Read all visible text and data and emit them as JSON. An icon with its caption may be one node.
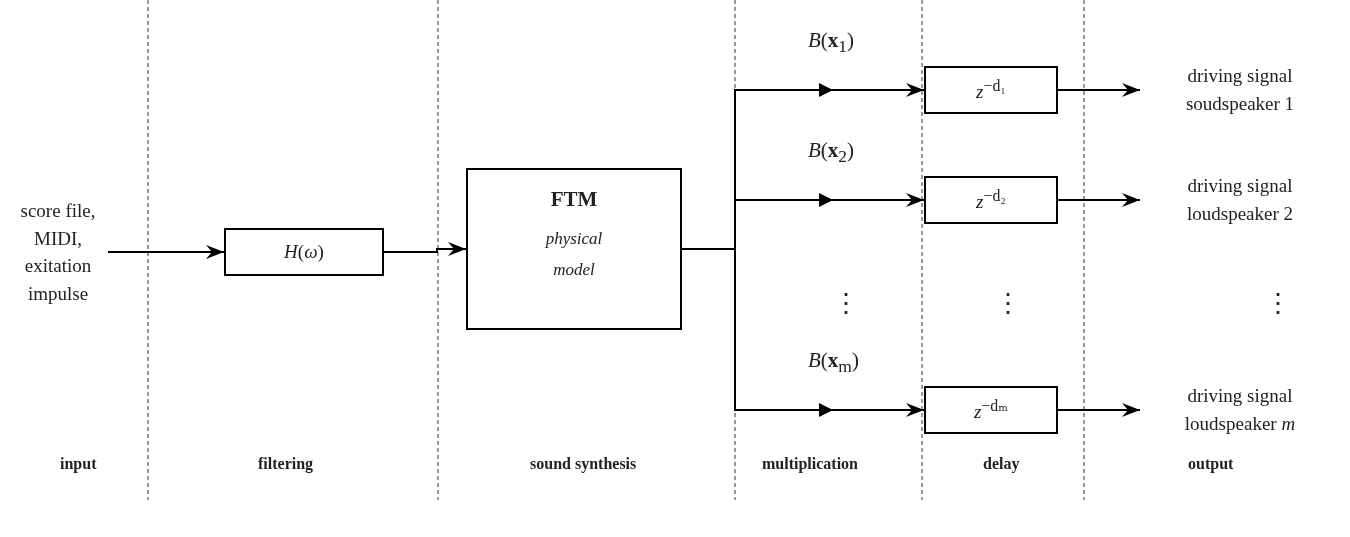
{
  "diagram": {
    "nodes": [
      {
        "text": [
          "score file, MIDI, exitation impulse"
        ]
      },
      {
        "text": [
          "*H*(*ω*)"
        ]
      },
      {
        "text": [
          "FTM",
          "physical model"
        ]
      },
      {
        "text": [
          "*z*$^{−d₁}$"
        ]
      },
      {
        "text": [
          "*z*$^{−d₂}$"
        ]
      },
      {
        "text": [
          "*z*$^{−dₘ}$"
        ]
      },
      {
        "text": [
          "driving signal soudspeaker 1"
        ]
      },
      {
        "text": [
          "driving signal loudspeaker 2"
        ]
      },
      {
        "text": [
          "driving signal loudspeaker *m*"
        ]
      }
    ],
    "edges": [
      {
        "from": 0,
        "to": 1,
        "arrow": "to"
      },
      {
        "from": 1,
        "to": 2,
        "arrow": "to"
      },
      {
        "from": 2,
        "to": 3,
        "arrow": "to",
        "label": "*B*(**x**$_{1}$)"
      },
      {
        "from": 2,
        "to": 4,
        "arrow": "to",
        "label": "*B*(**x**$_{2}$)"
      },
      {
        "from": 2,
        "to": 5,
        "arrow": "to",
        "label": "*B*(**x**$_{m}$)"
      },
      {
        "from": 3,
        "to": 6,
        "arrow": "to"
      },
      {
        "from": 4,
        "to": 7,
        "arrow": "to"
      },
      {
        "from": 5,
        "to": 8,
        "arrow": "to"
      }
    ],
    "labels": [
      "⋮",
      "⋮",
      "⋮",
      "input",
      "filtering",
      "sound synthesis",
      "multiplication",
      "delay",
      "output"
    ]
  }
}
